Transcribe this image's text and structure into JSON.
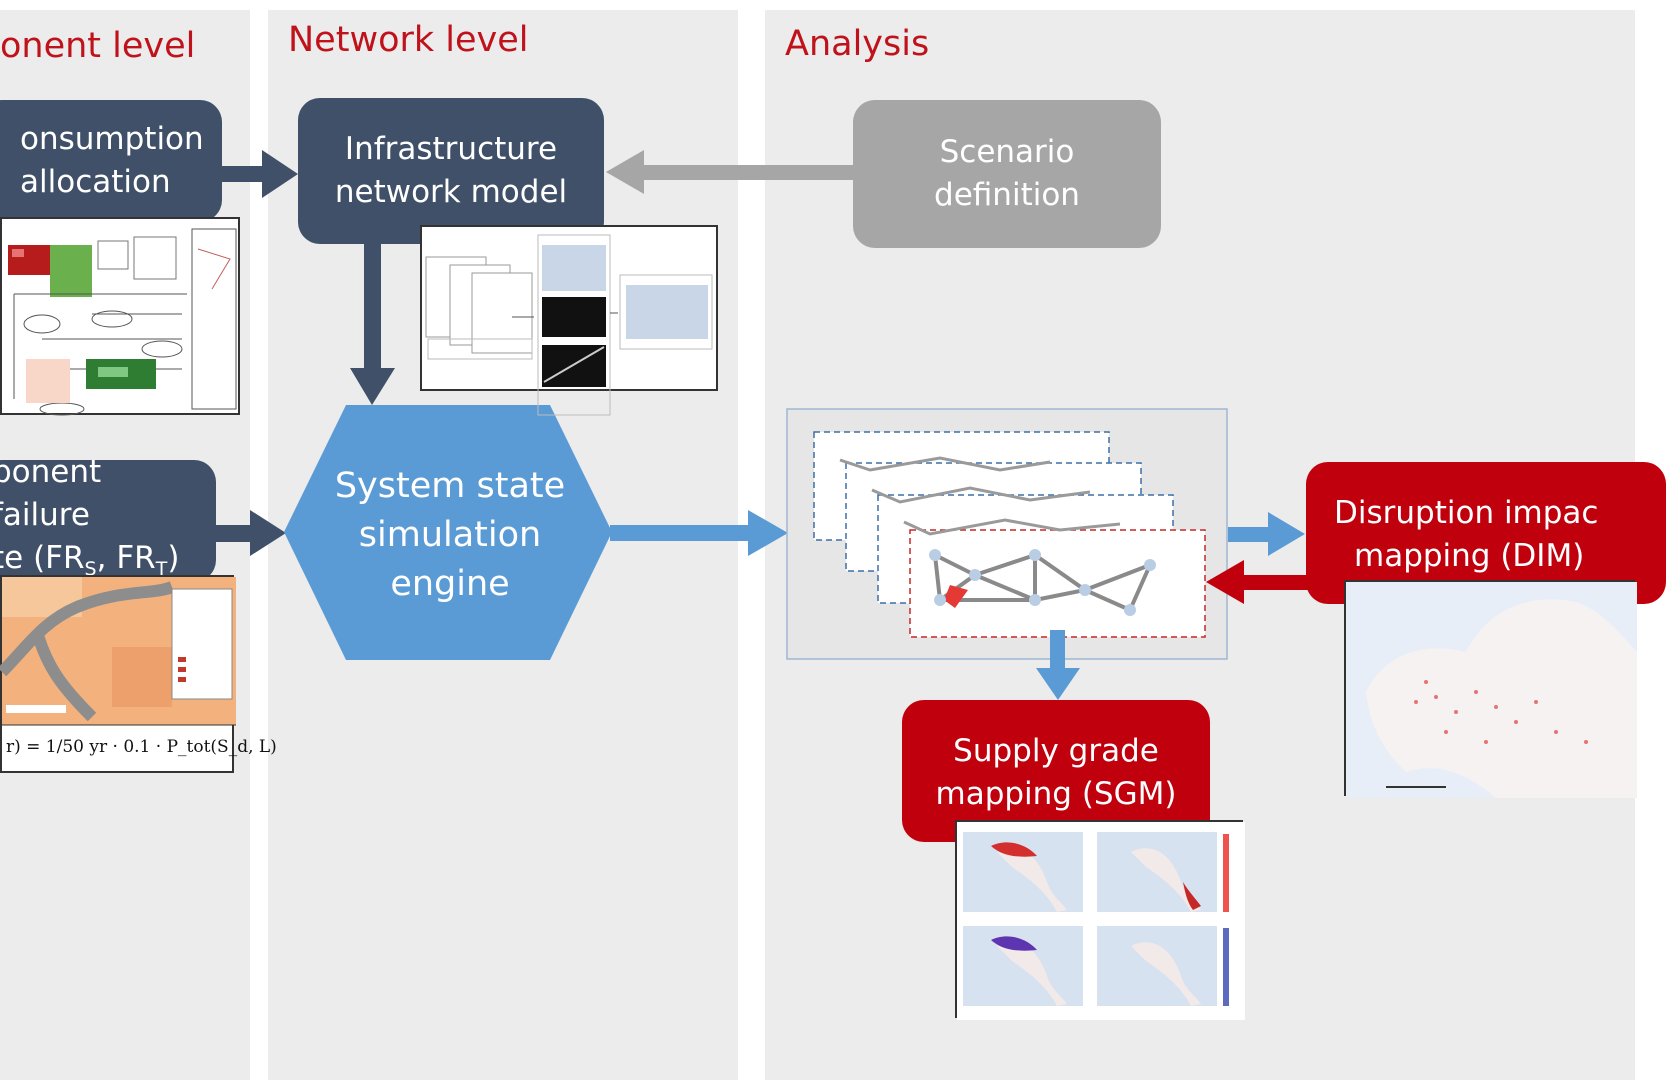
{
  "sections": {
    "component": "onent level",
    "network": "Network level",
    "analysis": "Analysis"
  },
  "boxes": {
    "consumption_line1": "onsumption",
    "consumption_line2": "allocation",
    "failure_line1": "ponent failure",
    "failure_line2_prefix": "te (FR",
    "failure_sub_s": "S",
    "failure_sep": ", FR",
    "failure_sub_t": "T",
    "failure_suffix": ")",
    "infrastructure_line1": "Infrastructure",
    "infrastructure_line2": "network model",
    "scenario_line1": "Scenario",
    "scenario_line2": "definition",
    "engine_line1": "System state",
    "engine_line2": "simulation",
    "engine_line3": "engine",
    "dim_line1": "Disruption impac",
    "dim_line2": "mapping (DIM)",
    "sgm_line1": "Supply grade",
    "sgm_line2": "mapping (SGM)"
  },
  "formula": "r) = 1/50 yr · 0.1 · P_tot(S_d, L)",
  "colors": {
    "dark_box": "#3f5068",
    "grey_box": "#a6a6a6",
    "red_box": "#c0000c",
    "engine_hex": "#5b9bd5",
    "title_red": "#c0121b",
    "panel_bg": "#ececec"
  }
}
